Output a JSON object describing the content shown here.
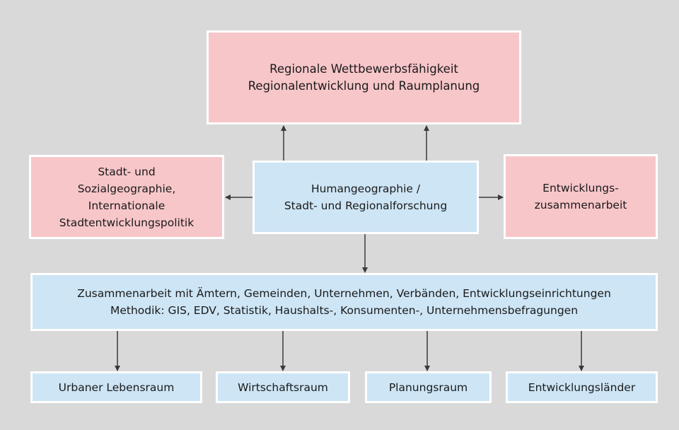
{
  "top_box": {
    "lines": [
      "Regionale Wettbewerbsfähigkeit",
      "Regionalentwicklung und Raumplanung"
    ]
  },
  "left_box": {
    "lines": [
      "Stadt- und",
      "Sozialgeographie,",
      "Internationale",
      "Stadtentwicklungspolitik"
    ]
  },
  "center_box": {
    "lines": [
      "Humangeographie /",
      "Stadt- und Regionalforschung"
    ]
  },
  "right_box": {
    "lines": [
      "Entwicklungs-",
      "zusammenarbeit"
    ]
  },
  "wide_box": {
    "lines": [
      "Zusammenarbeit mit Ämtern, Gemeinden, Unternehmen, Verbänden, Entwicklungseinrichtungen",
      "Methodik: GIS, EDV, Statistik, Haushalts-, Konsumenten-, Unternehmensbefragungen"
    ]
  },
  "bottom_boxes": [
    "Urbaner Lebensraum",
    "Wirtschaftsraum",
    "Planungsraum",
    "Entwicklungsländer"
  ],
  "colors": {
    "background": "#d9d9d9",
    "pink": "#f7c6c9",
    "blue": "#cde5f5",
    "arrow": "#3a3a3a"
  }
}
